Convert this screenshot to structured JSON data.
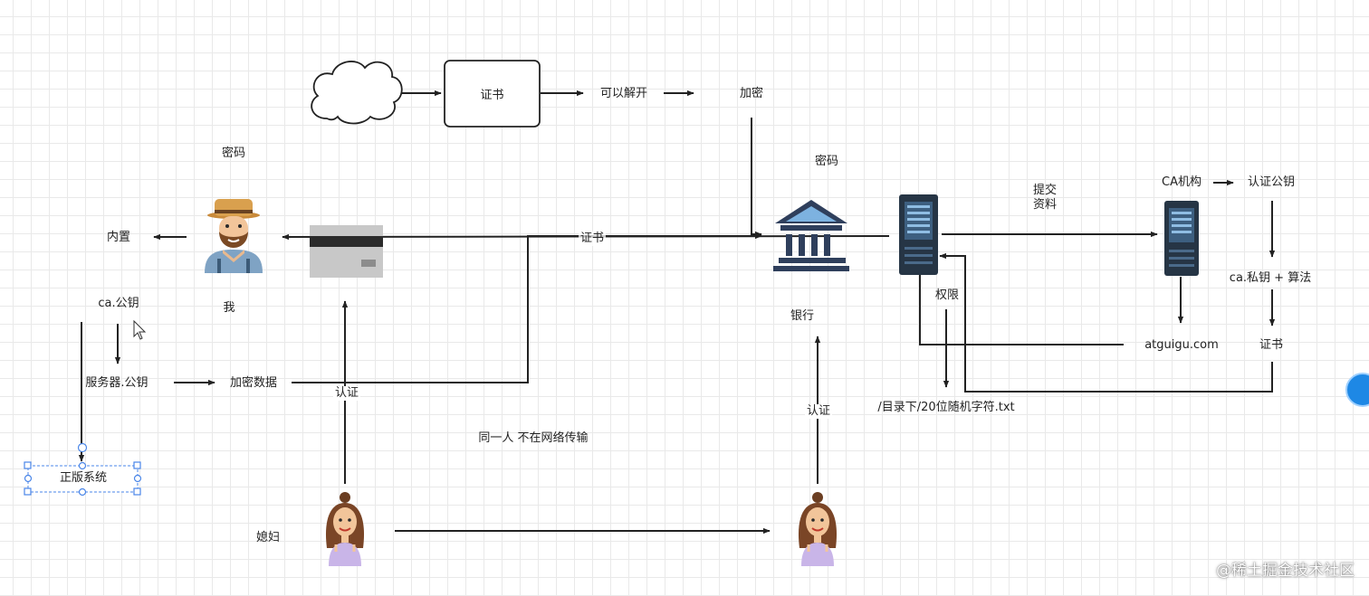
{
  "nodes": {
    "certificate_box": "证书",
    "can_decrypt": "可以解开",
    "encrypt_top": "加密",
    "password_left": "密码",
    "password_bank": "密码",
    "builtin": "内置",
    "me": "我",
    "ca_public_key": "ca.公钥",
    "server_public_key": "服务器.公钥",
    "encrypted_data": "加密数据",
    "certificate_line": "证书",
    "auth_left": "认证",
    "same_person": "同一人 不在网络传输",
    "auth_right": "认证",
    "bank": "银行",
    "submit_materials_line1": "提交",
    "submit_materials_line2": "资料",
    "permission": "权限",
    "random_file": "/目录下/20位随机字符.txt",
    "ca_org": "CA机构",
    "auth_public_key": "认证公钥",
    "ca_private_key_algo": "ca.私钥 + 算法",
    "atguigu": "atguigu.com",
    "certificate_right": "证书",
    "genuine_system": "正版系统",
    "wife": "媳妇"
  },
  "watermark": "@稀土掘金技术社区",
  "colors": {
    "line": "#222222",
    "grid": "#e9e9e9",
    "selection": "#4a86e8",
    "bank_blue": "#7db2e0",
    "bank_navy": "#2f3f5c",
    "server_dark": "#263545",
    "server_screen": "#4a7fa8",
    "card_gray": "#c8c8c8",
    "card_stripe": "#2b2b2b"
  },
  "icons": [
    "cloud-icon",
    "man-icon",
    "bank-card-icon",
    "bank-icon",
    "server-icon",
    "woman-icon",
    "cursor-icon"
  ]
}
